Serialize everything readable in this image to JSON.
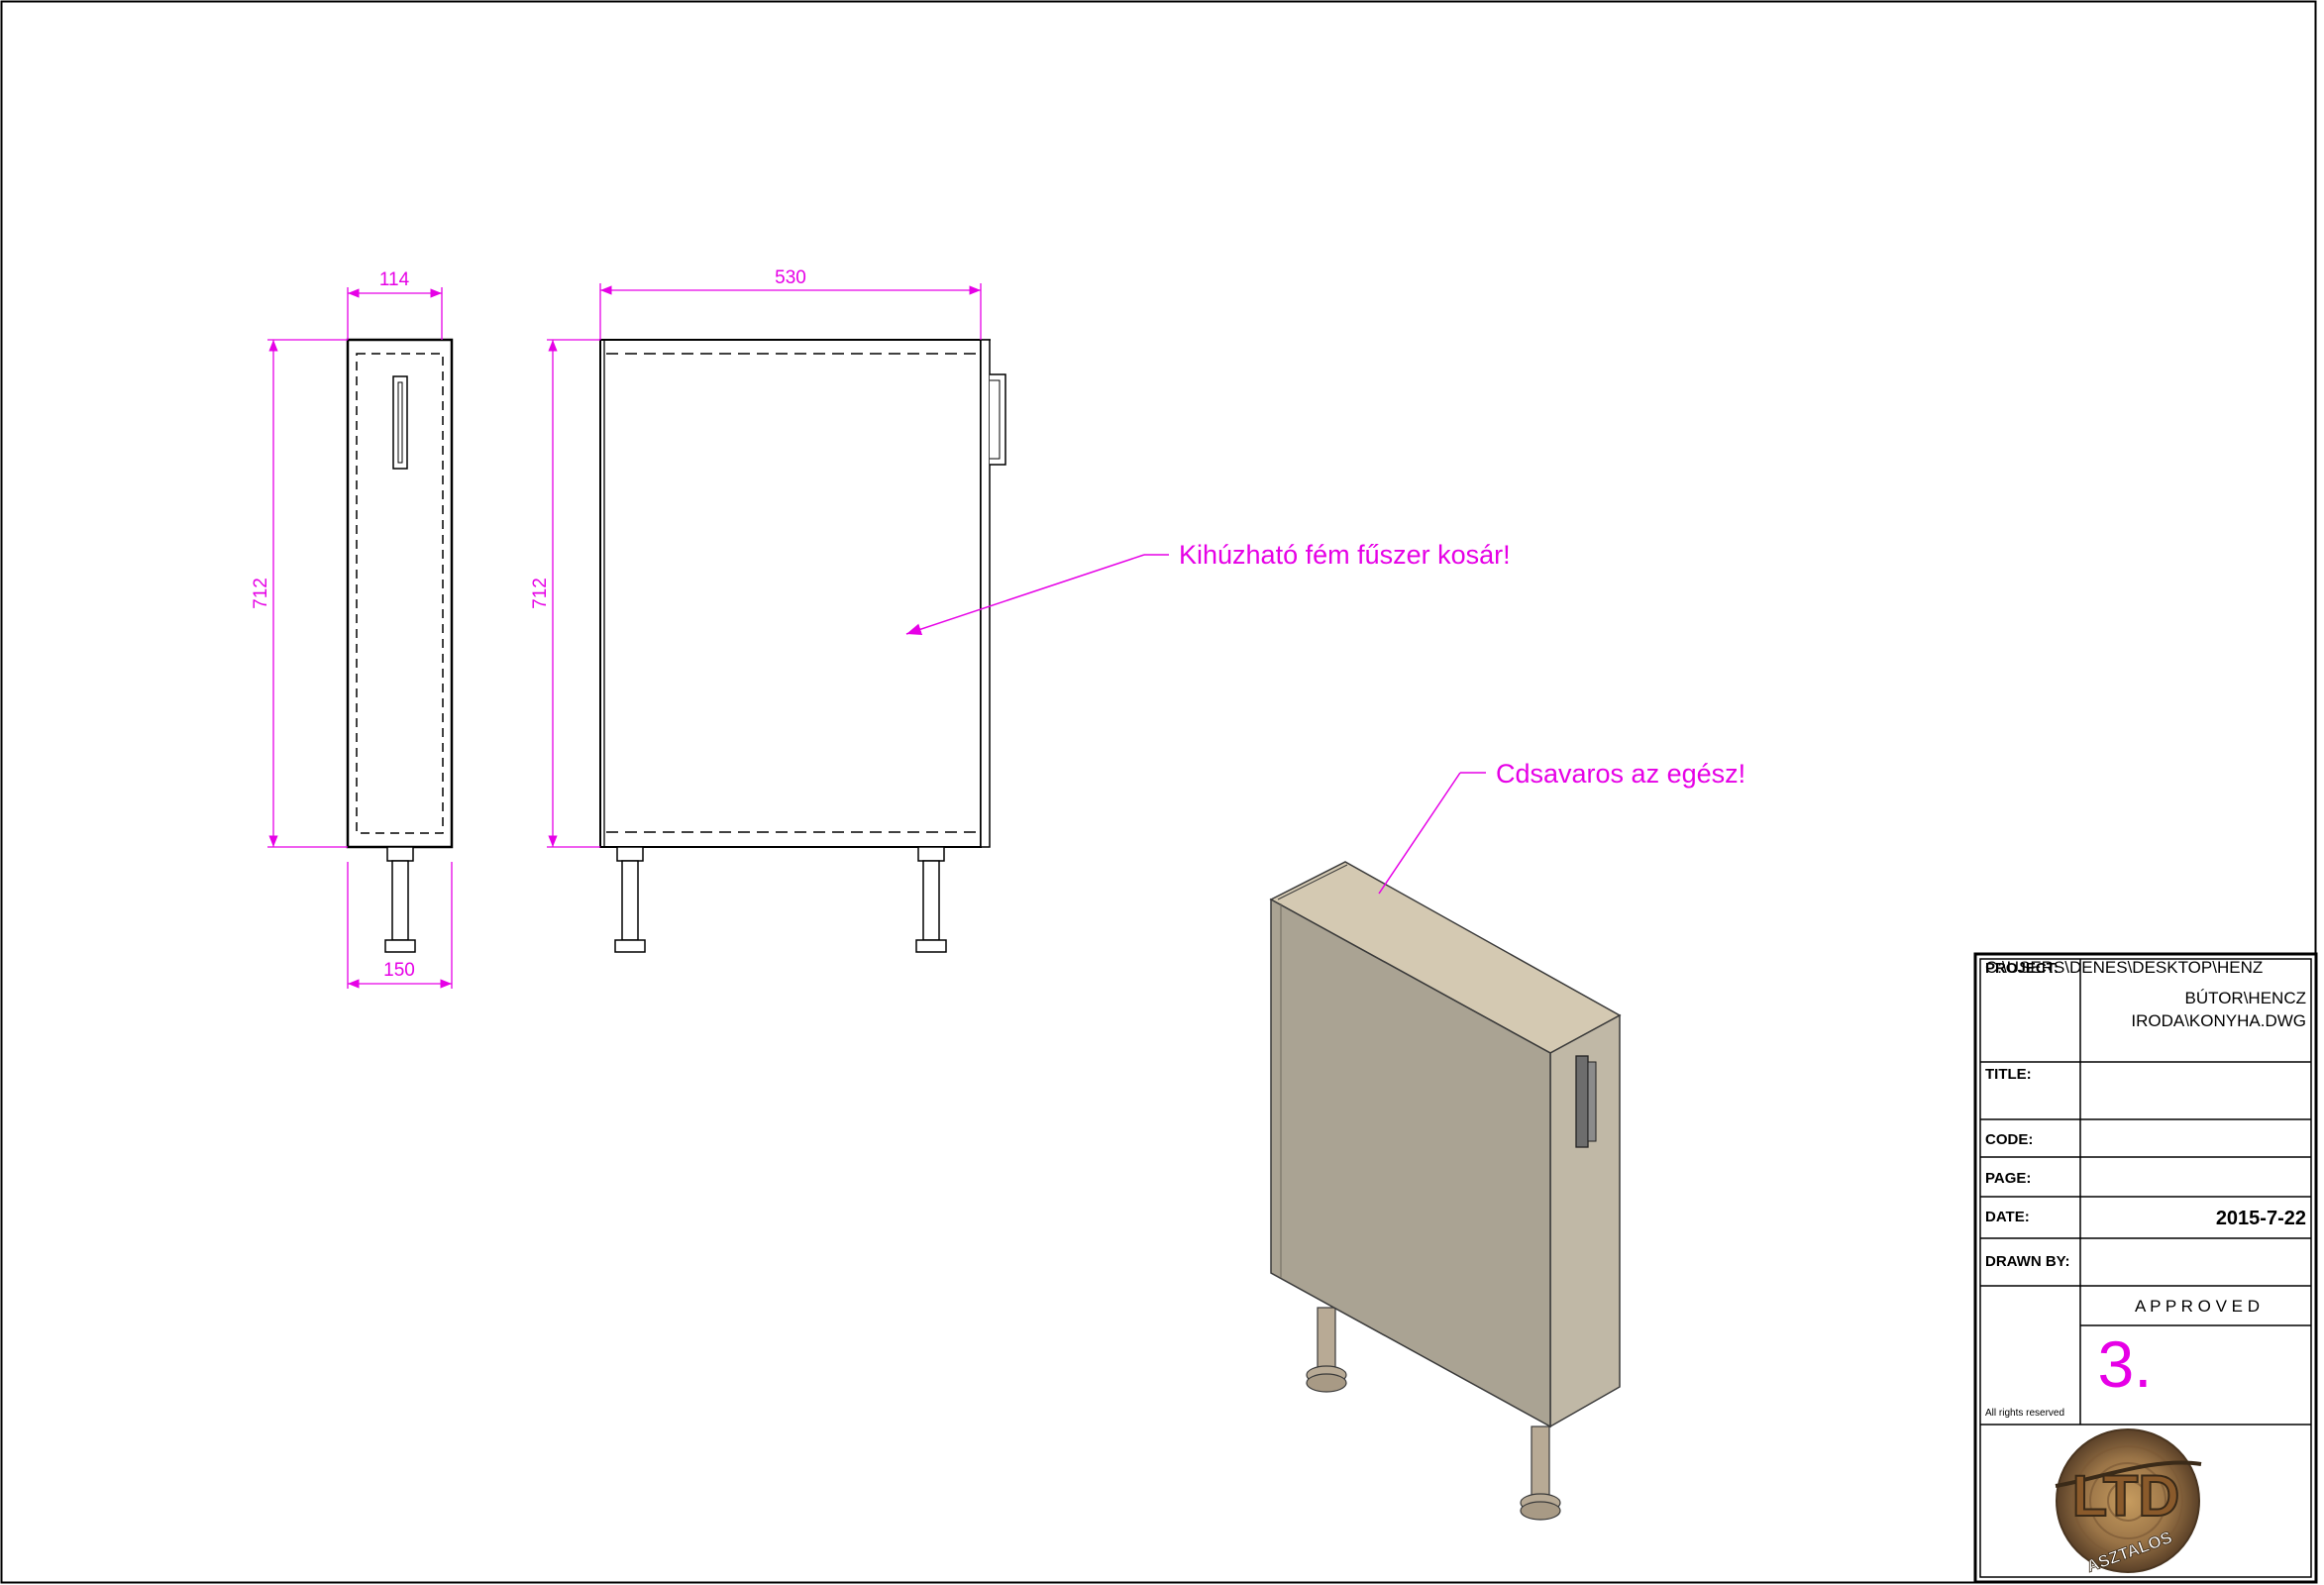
{
  "colors": {
    "dimension": "#e600e6",
    "line": "#000000",
    "front_face": "#aaa393",
    "top_face": "#d4c9b2",
    "side_face": "#c0b8a6",
    "leg": "#b8aa95"
  },
  "dimensions": {
    "front_width": "114",
    "front_height": "712",
    "front_leg_width": "150",
    "side_depth": "530",
    "side_height": "712"
  },
  "notes": {
    "basket": "Kihúzható fém fűszer kosár!",
    "screws": "Cdsavaros az egész!"
  },
  "title_block": {
    "project_label": "PROJECT:",
    "project_overprint": "C:\\USERS\\DENES\\DESKTOP\\HENZ",
    "project_line1": "C:\\USERS\\DENES\\DESKTOP\\HENZ",
    "project_line2": "BÚTOR\\HENCZ",
    "project_line3": "IRODA\\KONYHA.DWG",
    "title_label": "TITLE:",
    "title_value": "",
    "code_label": "CODE:",
    "code_value": "",
    "page_label": "PAGE:",
    "page_value": "",
    "date_label": "DATE:",
    "date_value": "2015-7-22",
    "drawn_by_label": "DRAWN BY:",
    "drawn_by_value": "",
    "approved_label": "A P P R O V E D",
    "approved_value": "3.",
    "rights": "All rights reserved"
  },
  "logo": {
    "main": "LTD",
    "sub": "ASZTALOS"
  }
}
